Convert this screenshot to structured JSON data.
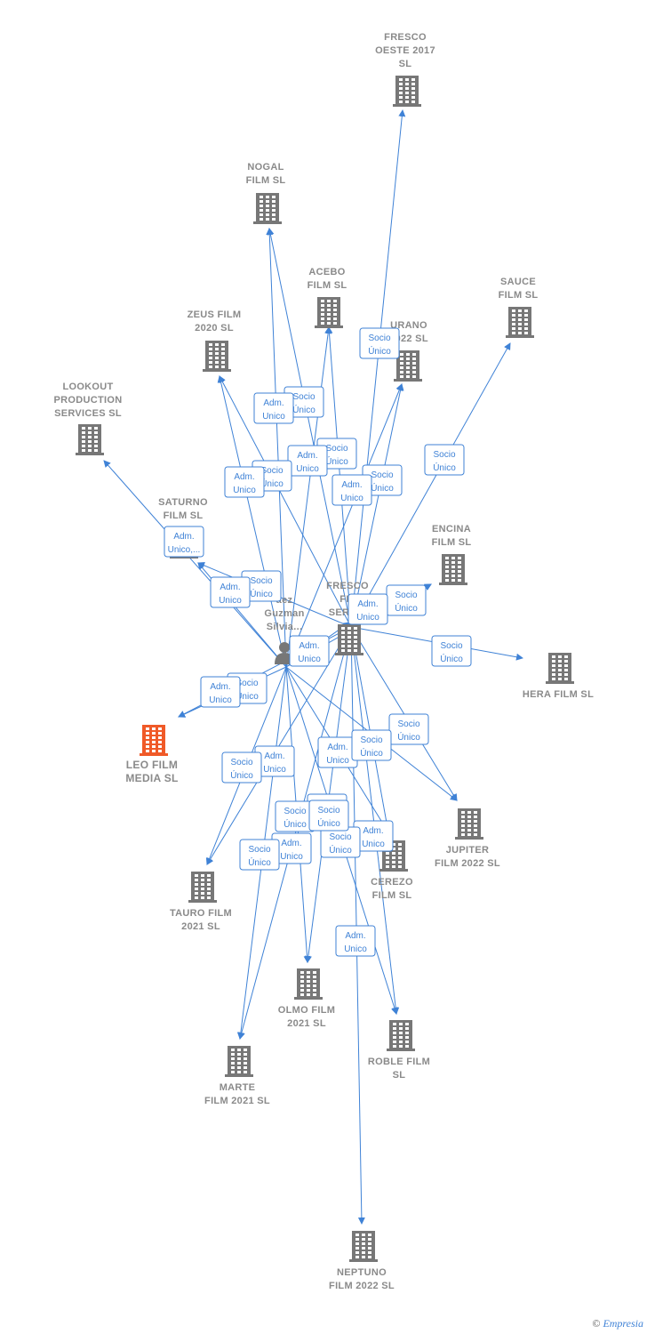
{
  "colors": {
    "edge": "#3f82d6",
    "company": "#777777",
    "focus": "#f05a28",
    "person": "#777777",
    "label": "#8a8a8a"
  },
  "footer": {
    "copyright": "©",
    "brand": "Empresia"
  },
  "nodes": [
    {
      "id": "fresco-oeste",
      "type": "company",
      "lines": [
        "FRESCO",
        "OESTE 2017",
        "SL"
      ]
    },
    {
      "id": "nogal",
      "type": "company",
      "lines": [
        "NOGAL",
        "FILM  SL"
      ]
    },
    {
      "id": "acebo",
      "type": "company",
      "lines": [
        "ACEBO",
        "FILM  SL"
      ]
    },
    {
      "id": "sauce",
      "type": "company",
      "lines": [
        "SAUCE",
        "FILM  SL"
      ]
    },
    {
      "id": "urano",
      "type": "company",
      "lines": [
        "URANO",
        "2022  SL"
      ]
    },
    {
      "id": "zeus",
      "type": "company",
      "lines": [
        "ZEUS FILM",
        "2020  SL"
      ]
    },
    {
      "id": "lookout",
      "type": "company",
      "lines": [
        "LOOKOUT",
        "PRODUCTION",
        "SERVICES SL"
      ]
    },
    {
      "id": "saturno",
      "type": "company",
      "lines": [
        "SATURNO",
        "FILM  SL"
      ]
    },
    {
      "id": "encina",
      "type": "company",
      "lines": [
        "ENCINA",
        "FILM  SL"
      ]
    },
    {
      "id": "fresco-film",
      "type": "company",
      "lines": [
        "FRESCO",
        "FIL",
        "SERVIC"
      ]
    },
    {
      "id": "person",
      "type": "person",
      "lines": [
        "aez",
        "Guzman",
        "Silvia..."
      ]
    },
    {
      "id": "hera",
      "type": "company",
      "lines": [
        "HERA FILM  SL"
      ]
    },
    {
      "id": "leo",
      "type": "focus",
      "lines": [
        "LEO FILM",
        "MEDIA  SL"
      ]
    },
    {
      "id": "jupiter",
      "type": "company",
      "lines": [
        "JUPITER",
        "FILM 2022  SL"
      ]
    },
    {
      "id": "cerezo",
      "type": "company",
      "lines": [
        "CEREZO",
        "FILM  SL"
      ]
    },
    {
      "id": "tauro",
      "type": "company",
      "lines": [
        "TAURO FILM",
        "2021  SL"
      ]
    },
    {
      "id": "olmo",
      "type": "company",
      "lines": [
        "OLMO FILM",
        "2021  SL"
      ]
    },
    {
      "id": "roble",
      "type": "company",
      "lines": [
        "ROBLE FILM",
        "SL"
      ]
    },
    {
      "id": "marte",
      "type": "company",
      "lines": [
        "MARTE",
        "FILM 2021  SL"
      ]
    },
    {
      "id": "neptuno",
      "type": "company",
      "lines": [
        "NEPTUNO",
        "FILM 2022  SL"
      ]
    }
  ],
  "edges": [
    {
      "from": "fresco-film",
      "to": "fresco-oeste",
      "label": [
        "Socio",
        "Único"
      ]
    },
    {
      "from": "fresco-film",
      "to": "nogal",
      "label": [
        "Socio",
        "Único"
      ]
    },
    {
      "from": "person",
      "to": "nogal",
      "label": [
        "Adm.",
        "Unico"
      ]
    },
    {
      "from": "fresco-film",
      "to": "acebo",
      "label": [
        "Socio",
        "Único"
      ]
    },
    {
      "from": "person",
      "to": "acebo",
      "label": [
        "Adm.",
        "Unico"
      ]
    },
    {
      "from": "fresco-film",
      "to": "sauce",
      "label": [
        "Socio",
        "Único"
      ]
    },
    {
      "from": "fresco-film",
      "to": "urano",
      "label": [
        "Socio",
        "Único"
      ]
    },
    {
      "from": "person",
      "to": "urano",
      "label": [
        "Adm.",
        "Unico"
      ]
    },
    {
      "from": "fresco-film",
      "to": "zeus",
      "label": [
        "Socio",
        "Único"
      ]
    },
    {
      "from": "person",
      "to": "zeus",
      "label": [
        "Adm.",
        "Unico"
      ]
    },
    {
      "from": "person",
      "to": "lookout",
      "label": [
        "Adm.",
        "Unico,..."
      ]
    },
    {
      "from": "fresco-film",
      "to": "saturno",
      "label": [
        "Socio",
        "Único"
      ]
    },
    {
      "from": "person",
      "to": "saturno",
      "label": [
        "Adm.",
        "Unico"
      ]
    },
    {
      "from": "fresco-film",
      "to": "encina",
      "label": [
        "Socio",
        "Único"
      ]
    },
    {
      "from": "person",
      "to": "encina",
      "label": [
        "Adm.",
        "Unico"
      ]
    },
    {
      "from": "person",
      "to": "fresco-film",
      "label": [
        "Adm.",
        "Unico"
      ]
    },
    {
      "from": "fresco-film",
      "to": "hera",
      "label": [
        "Socio",
        "Único"
      ]
    },
    {
      "from": "fresco-film",
      "to": "leo",
      "label": [
        "Socio",
        "Único"
      ]
    },
    {
      "from": "person",
      "to": "leo",
      "label": [
        "Adm.",
        "Unico"
      ]
    },
    {
      "from": "fresco-film",
      "to": "jupiter",
      "label": [
        "Socio",
        "Único"
      ]
    },
    {
      "from": "person",
      "to": "jupiter",
      "label": [
        "Adm.",
        "Unico"
      ]
    },
    {
      "from": "fresco-film",
      "to": "cerezo",
      "label": [
        "Socio",
        "Único"
      ]
    },
    {
      "from": "person",
      "to": "cerezo",
      "label": [
        "Adm.",
        "Unico"
      ]
    },
    {
      "from": "fresco-film",
      "to": "tauro",
      "label": [
        "Socio",
        "Único"
      ]
    },
    {
      "from": "person",
      "to": "tauro",
      "label": [
        "Adm.",
        "Unico"
      ]
    },
    {
      "from": "fresco-film",
      "to": "olmo",
      "label": [
        "Socio",
        "Único"
      ]
    },
    {
      "from": "person",
      "to": "olmo",
      "label": [
        "Adm.",
        "Unico"
      ]
    },
    {
      "from": "fresco-film",
      "to": "roble",
      "label": [
        "Socio",
        "Único"
      ]
    },
    {
      "from": "person",
      "to": "roble",
      "label": [
        "Adm.",
        "Unico"
      ]
    },
    {
      "from": "fresco-film",
      "to": "marte",
      "label": [
        "Socio",
        "Único"
      ]
    },
    {
      "from": "person",
      "to": "marte",
      "label": [
        "Adm.",
        "Unico"
      ]
    },
    {
      "from": "fresco-film",
      "to": "neptuno",
      "label": [
        "Socio",
        "Único"
      ]
    }
  ]
}
